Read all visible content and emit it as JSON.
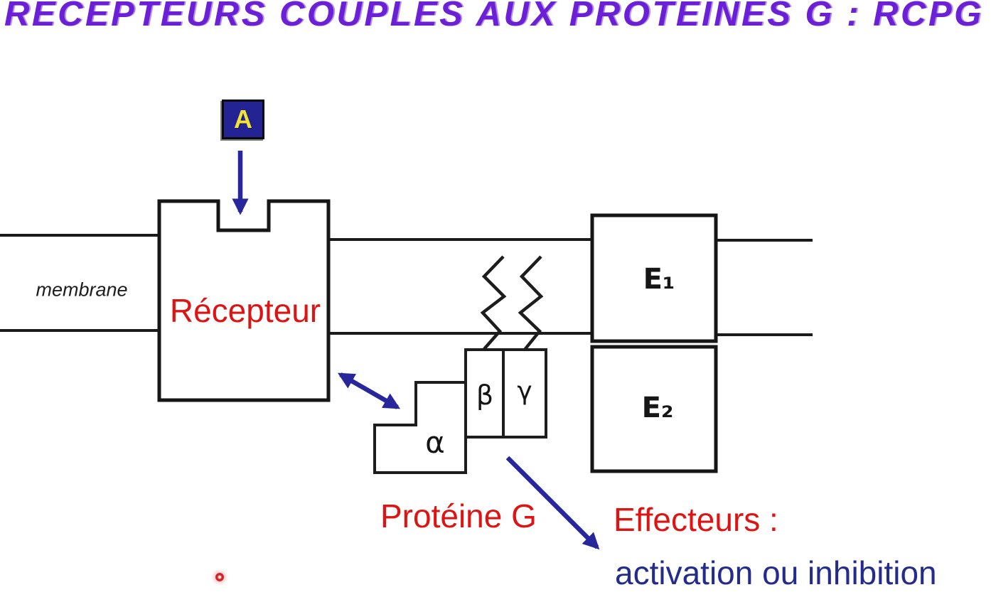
{
  "title": "RECEPTEURS COUPLES AUX PROTEINES G : RCPG",
  "colors": {
    "title-purple": "#6B1FD6",
    "ink": "#1b1b1b",
    "red": "#DD1414",
    "navy": "#27279B",
    "navy-text": "#232C8C",
    "ligand-box-blue": "#232394",
    "ligand-yellow": "#EFE33C",
    "laser-red": "#D42525",
    "bg": "#FFFFFF"
  },
  "diagram": {
    "ligand": {
      "label": "A"
    },
    "membrane": {
      "label": "membrane"
    },
    "receptor": {
      "label": "Récepteur"
    },
    "g_protein": {
      "alpha": "α",
      "beta": "β",
      "gamma": "γ",
      "caption": "Protéine G"
    },
    "effectors": {
      "e1": "E₁",
      "e2": "E₂",
      "heading": "Effecteurs :",
      "subheading": "activation ou inhibition"
    }
  }
}
